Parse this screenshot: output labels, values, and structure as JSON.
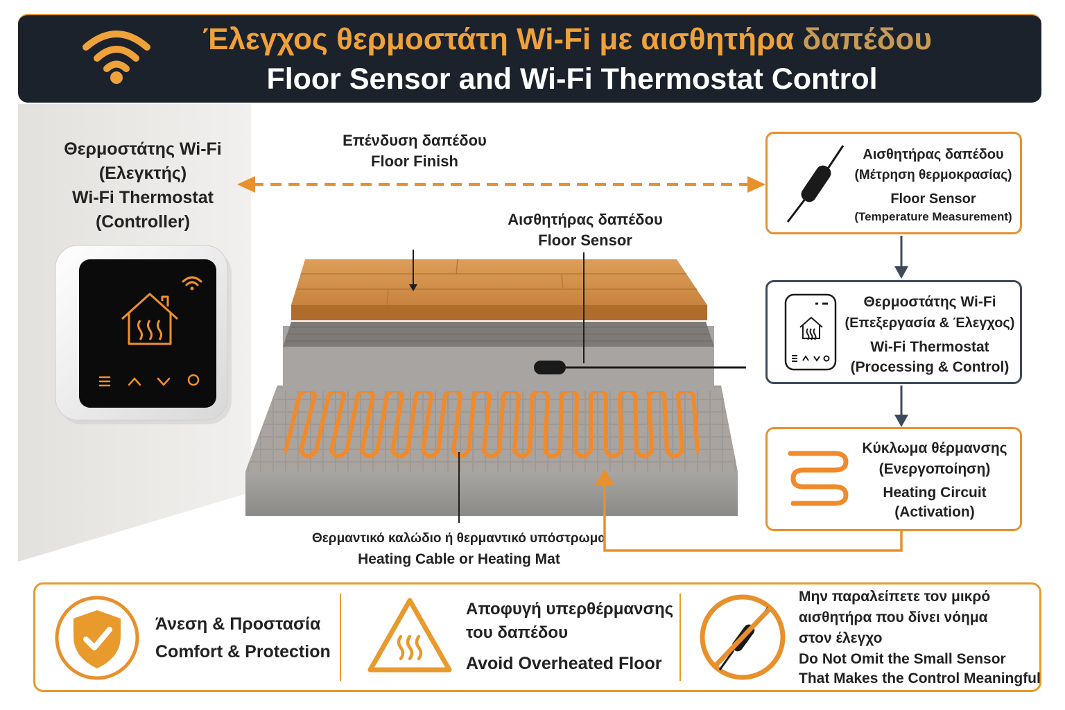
{
  "header": {
    "title_gr_main": "Έλεγχος θερμοστάτη Wi-Fi με αισθητήρα ",
    "title_gr_highlight": "δαπέδου",
    "title_en": "Floor Sensor and Wi-Fi Thermostat Control"
  },
  "controller": {
    "label_gr_1": "Θερμοστάτης Wi-Fi",
    "label_gr_2": "(Ελεγκτής)",
    "label_en_1": "Wi-Fi Thermostat",
    "label_en_2": "(Controller)"
  },
  "floor_labels": {
    "finish_gr": "Επένδυση δαπέδου",
    "finish_en": "Floor Finish",
    "sensor_gr": "Αισθητήρας δαπέδου",
    "sensor_en": "Floor Sensor",
    "cable_gr": "Θερμαντικό καλώδιο ή θερμαντικό υπόστρωμα",
    "cable_en": "Heating Cable or Heating Mat"
  },
  "flow": [
    {
      "gr_title": "Αισθητήρας δαπέδου",
      "gr_sub": "(Μέτρηση θερμοκρασίας)",
      "en_title": "Floor Sensor",
      "en_sub": "(Temperature Measurement)",
      "icon": "floor-sensor-icon"
    },
    {
      "gr_title": "Θερμοστάτης Wi-Fi",
      "gr_sub": "(Επεξεργασία & Έλεγχος)",
      "en_title": "Wi-Fi Thermostat",
      "en_sub": "(Processing & Control)",
      "icon": "thermostat-icon"
    },
    {
      "gr_title": "Κύκλωμα θέρμανσης",
      "gr_sub": "(Ενεργοποίηση)",
      "en_title": "Heating Circuit",
      "en_sub": "(Activation)",
      "icon": "heating-coil-icon"
    }
  ],
  "benefits": [
    {
      "gr": "Άνεση & Προστασία",
      "en": "Comfort & Protection",
      "icon": "shield-check-icon"
    },
    {
      "gr_1": "Αποφυγή υπερθέρμανσης",
      "gr_2": "του δαπέδου",
      "en": "Avoid Overheated Floor",
      "icon": "heat-warning-icon"
    },
    {
      "gr_1": "Μην παραλείπετε τον μικρό",
      "gr_2": "αισθητήρα που δίνει νόημα",
      "gr_3": "στον έλεγχο",
      "en_1": "Do Not Omit the Small Sensor",
      "en_2": "That Makes the Control Meaningful",
      "icon": "no-sensor-icon"
    }
  ],
  "colors": {
    "accent": "#e8902c",
    "dark": "#1b222c",
    "wood": "#d6904a",
    "cable": "#f08a2a",
    "slate": "#3d4a5a"
  }
}
